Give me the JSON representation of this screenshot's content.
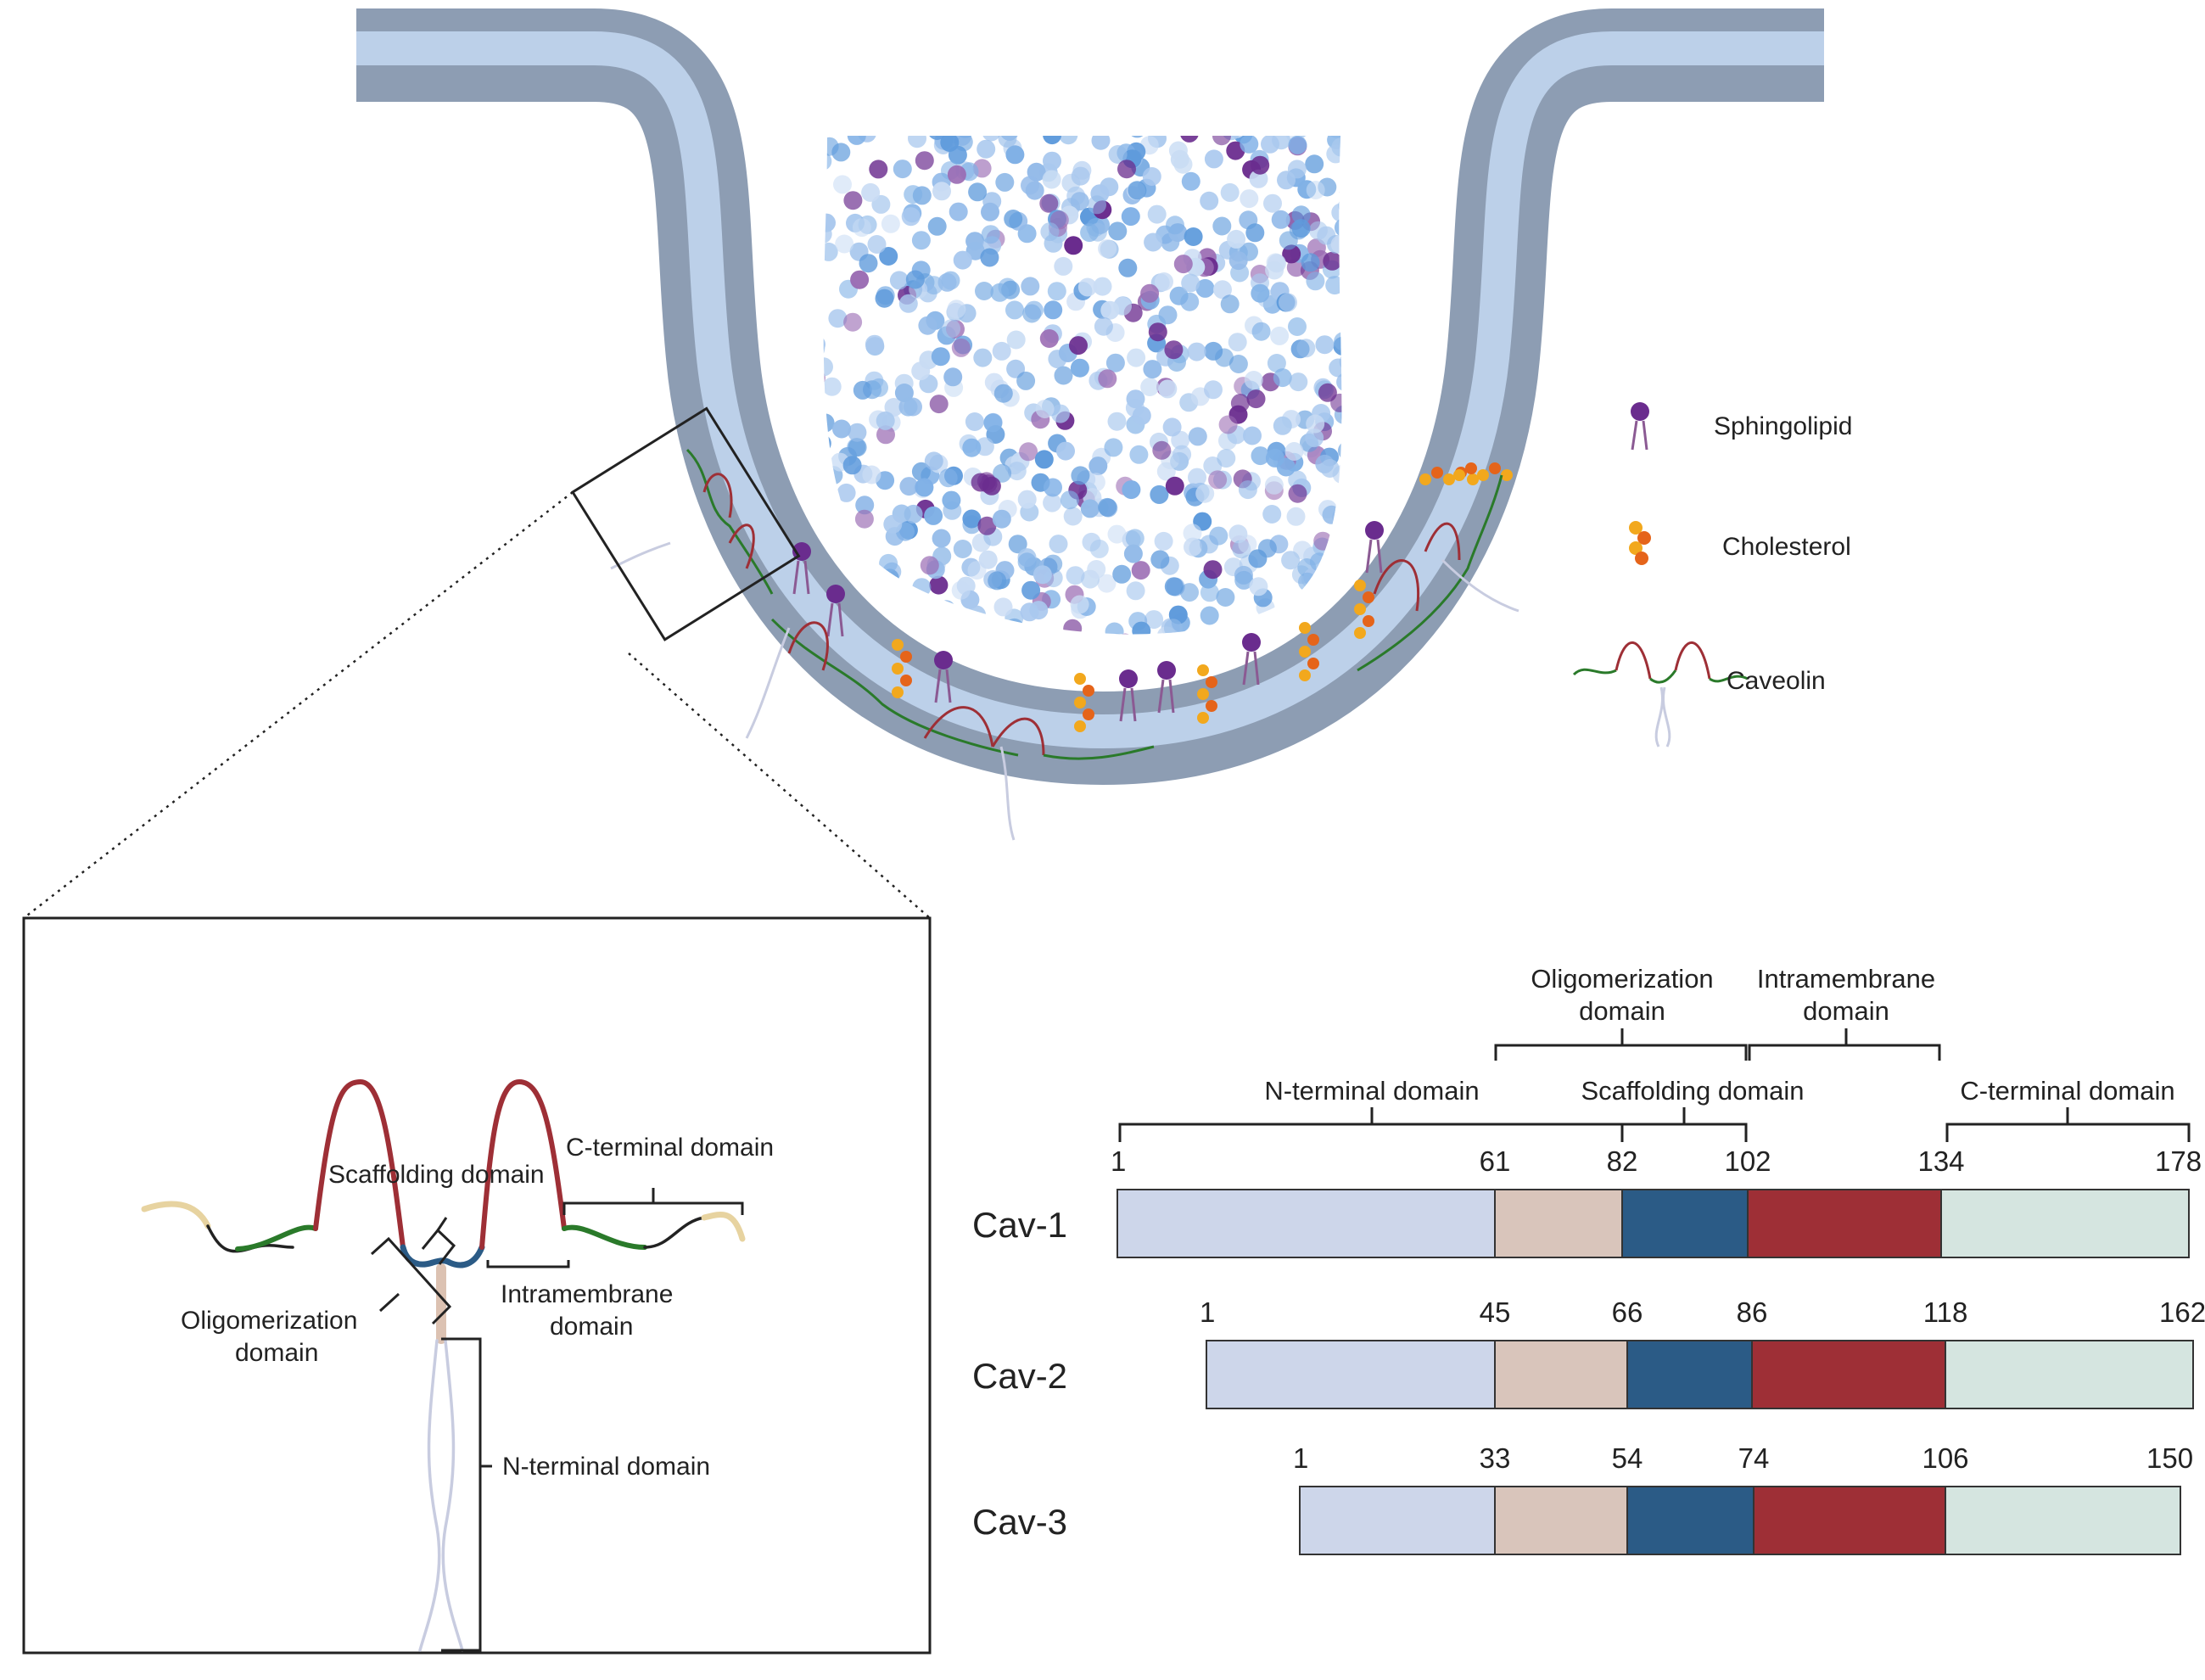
{
  "legend": {
    "sphingolipid": "Sphingolipid",
    "cholesterol": "Cholesterol",
    "caveolin": "Caveolin"
  },
  "zoom_panel": {
    "scaffolding": "Scaffolding domain",
    "c_terminal": "C-terminal domain",
    "oligomerization_l1": "Oligomerization",
    "oligomerization_l2": "domain",
    "intramembrane_l1": "Intramembrane",
    "intramembrane_l2": "domain",
    "n_terminal": "N-terminal domain"
  },
  "domain_map": {
    "header": {
      "oligomerization_l1": "Oligomerization",
      "oligomerization_l2": "domain",
      "intramembrane_l1": "Intramembrane",
      "intramembrane_l2": "domain",
      "n_terminal": "N-terminal domain",
      "scaffolding": "Scaffolding domain",
      "c_terminal": "C-terminal domain"
    },
    "colors": {
      "n_terminal": "#cdd6ea",
      "oligomerization": "#d9c5bb",
      "scaffolding": "#2b5b86",
      "intramembrane": "#9e2f36",
      "c_terminal": "#d5e5e0"
    },
    "proteins": [
      {
        "name": "Cav-1",
        "positions": [
          "1",
          "61",
          "82",
          "102",
          "134",
          "178"
        ]
      },
      {
        "name": "Cav-2",
        "positions": [
          "1",
          "45",
          "66",
          "86",
          "118",
          "162"
        ]
      },
      {
        "name": "Cav-3",
        "positions": [
          "1",
          "33",
          "54",
          "74",
          "106",
          "150"
        ]
      }
    ]
  }
}
